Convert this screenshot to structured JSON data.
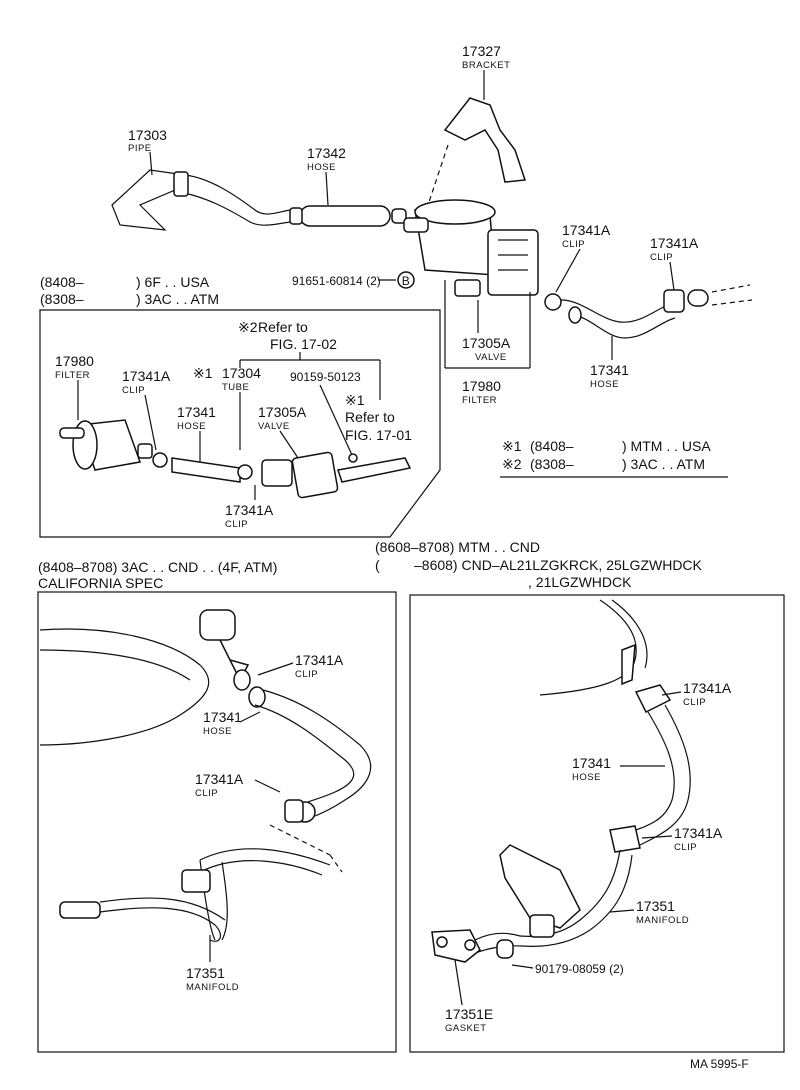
{
  "parts": {
    "bracket": {
      "num": "17327",
      "name": "BRACKET"
    },
    "pipe": {
      "num": "17303",
      "name": "PIPE"
    },
    "hose_top": {
      "num": "17342",
      "name": "HOSE"
    },
    "clip_top1": {
      "num": "17341A",
      "name": "CLIP"
    },
    "clip_top2": {
      "num": "17341A",
      "name": "CLIP"
    },
    "bolt_top": {
      "num": "91651-60814 (2)",
      "ref": "B"
    },
    "valve_top": {
      "num": "17305A",
      "name": "VALVE"
    },
    "filter_top": {
      "num": "17980",
      "name": "FILTER"
    },
    "hose_top2": {
      "num": "17341",
      "name": "HOSE"
    }
  },
  "inset": {
    "cond1": {
      "code": "(8408–",
      "spec": ") 6F . . USA"
    },
    "cond2": {
      "code": "(8308–",
      "spec": ") 3AC . . ATM"
    },
    "ref2_mark": "※2",
    "ref2_text1": "Refer to",
    "ref2_text2": "FIG. 17-02",
    "filter": {
      "num": "17980",
      "name": "FILTER"
    },
    "clip1": {
      "num": "17341A",
      "name": "CLIP"
    },
    "tube": {
      "mark": "※1",
      "num": "17304",
      "name": "TUBE"
    },
    "screw": {
      "num": "90159-50123"
    },
    "hose": {
      "num": "17341",
      "name": "HOSE"
    },
    "valve": {
      "num": "17305A",
      "name": "VALVE"
    },
    "ref1_mark": "※1",
    "ref1_text1": "Refer to",
    "ref1_text2": "FIG. 17-01",
    "clip2": {
      "num": "17341A",
      "name": "CLIP"
    }
  },
  "legend": {
    "l1_mark": "※1",
    "l1_code": "(8408–",
    "l1_spec": ") MTM . . USA",
    "l2_mark": "※2",
    "l2_code": "(8308–",
    "l2_spec": ") 3AC . . ATM"
  },
  "left_box": {
    "header1": "(8408–8708) 3AC . . CND . . (4F, ATM)",
    "header2": "CALIFORNIA SPEC",
    "clip1": {
      "num": "17341A",
      "name": "CLIP"
    },
    "hose": {
      "num": "17341",
      "name": "HOSE"
    },
    "clip2": {
      "num": "17341A",
      "name": "CLIP"
    },
    "manifold": {
      "num": "17351",
      "name": "MANIFOLD"
    }
  },
  "right_box": {
    "header1": "(8608–8708) MTM . . CND",
    "header2a": "(",
    "header2b": "–8608) CND–AL21LZGKRCK, 25LGZWHDCK",
    "header3": ", 21LGZWHDCK",
    "clip1": {
      "num": "17341A",
      "name": "CLIP"
    },
    "hose": {
      "num": "17341",
      "name": "HOSE"
    },
    "clip2": {
      "num": "17341A",
      "name": "CLIP"
    },
    "manifold": {
      "num": "17351",
      "name": "MANIFOLD"
    },
    "bolt": {
      "num": "90179-08059 (2)"
    },
    "gasket": {
      "num": "17351E",
      "name": "GASKET"
    }
  },
  "footer": {
    "code": "MA  5995-F"
  }
}
